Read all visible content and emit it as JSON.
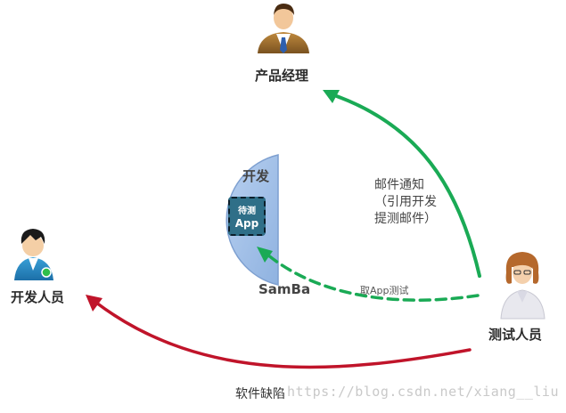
{
  "roles": {
    "product_manager": "产品经理",
    "developer": "开发人员",
    "tester": "测试人员"
  },
  "dev_area": {
    "title": "开发",
    "server": "SamBa",
    "app_line1": "待测",
    "app_line2": "App"
  },
  "edges": {
    "mail_notice": "邮件通知\n（引用开发\n提测邮件）",
    "fetch_app": "取App测试",
    "software_bug": "软件缺陷"
  },
  "watermark": "https://blog.csdn.net/xiang__liu",
  "colors": {
    "green_arrow": "#1aaa55",
    "red_arrow": "#c0142a",
    "dev_area_fill": "#9dbde6",
    "app_fill": "#2f6f88"
  }
}
